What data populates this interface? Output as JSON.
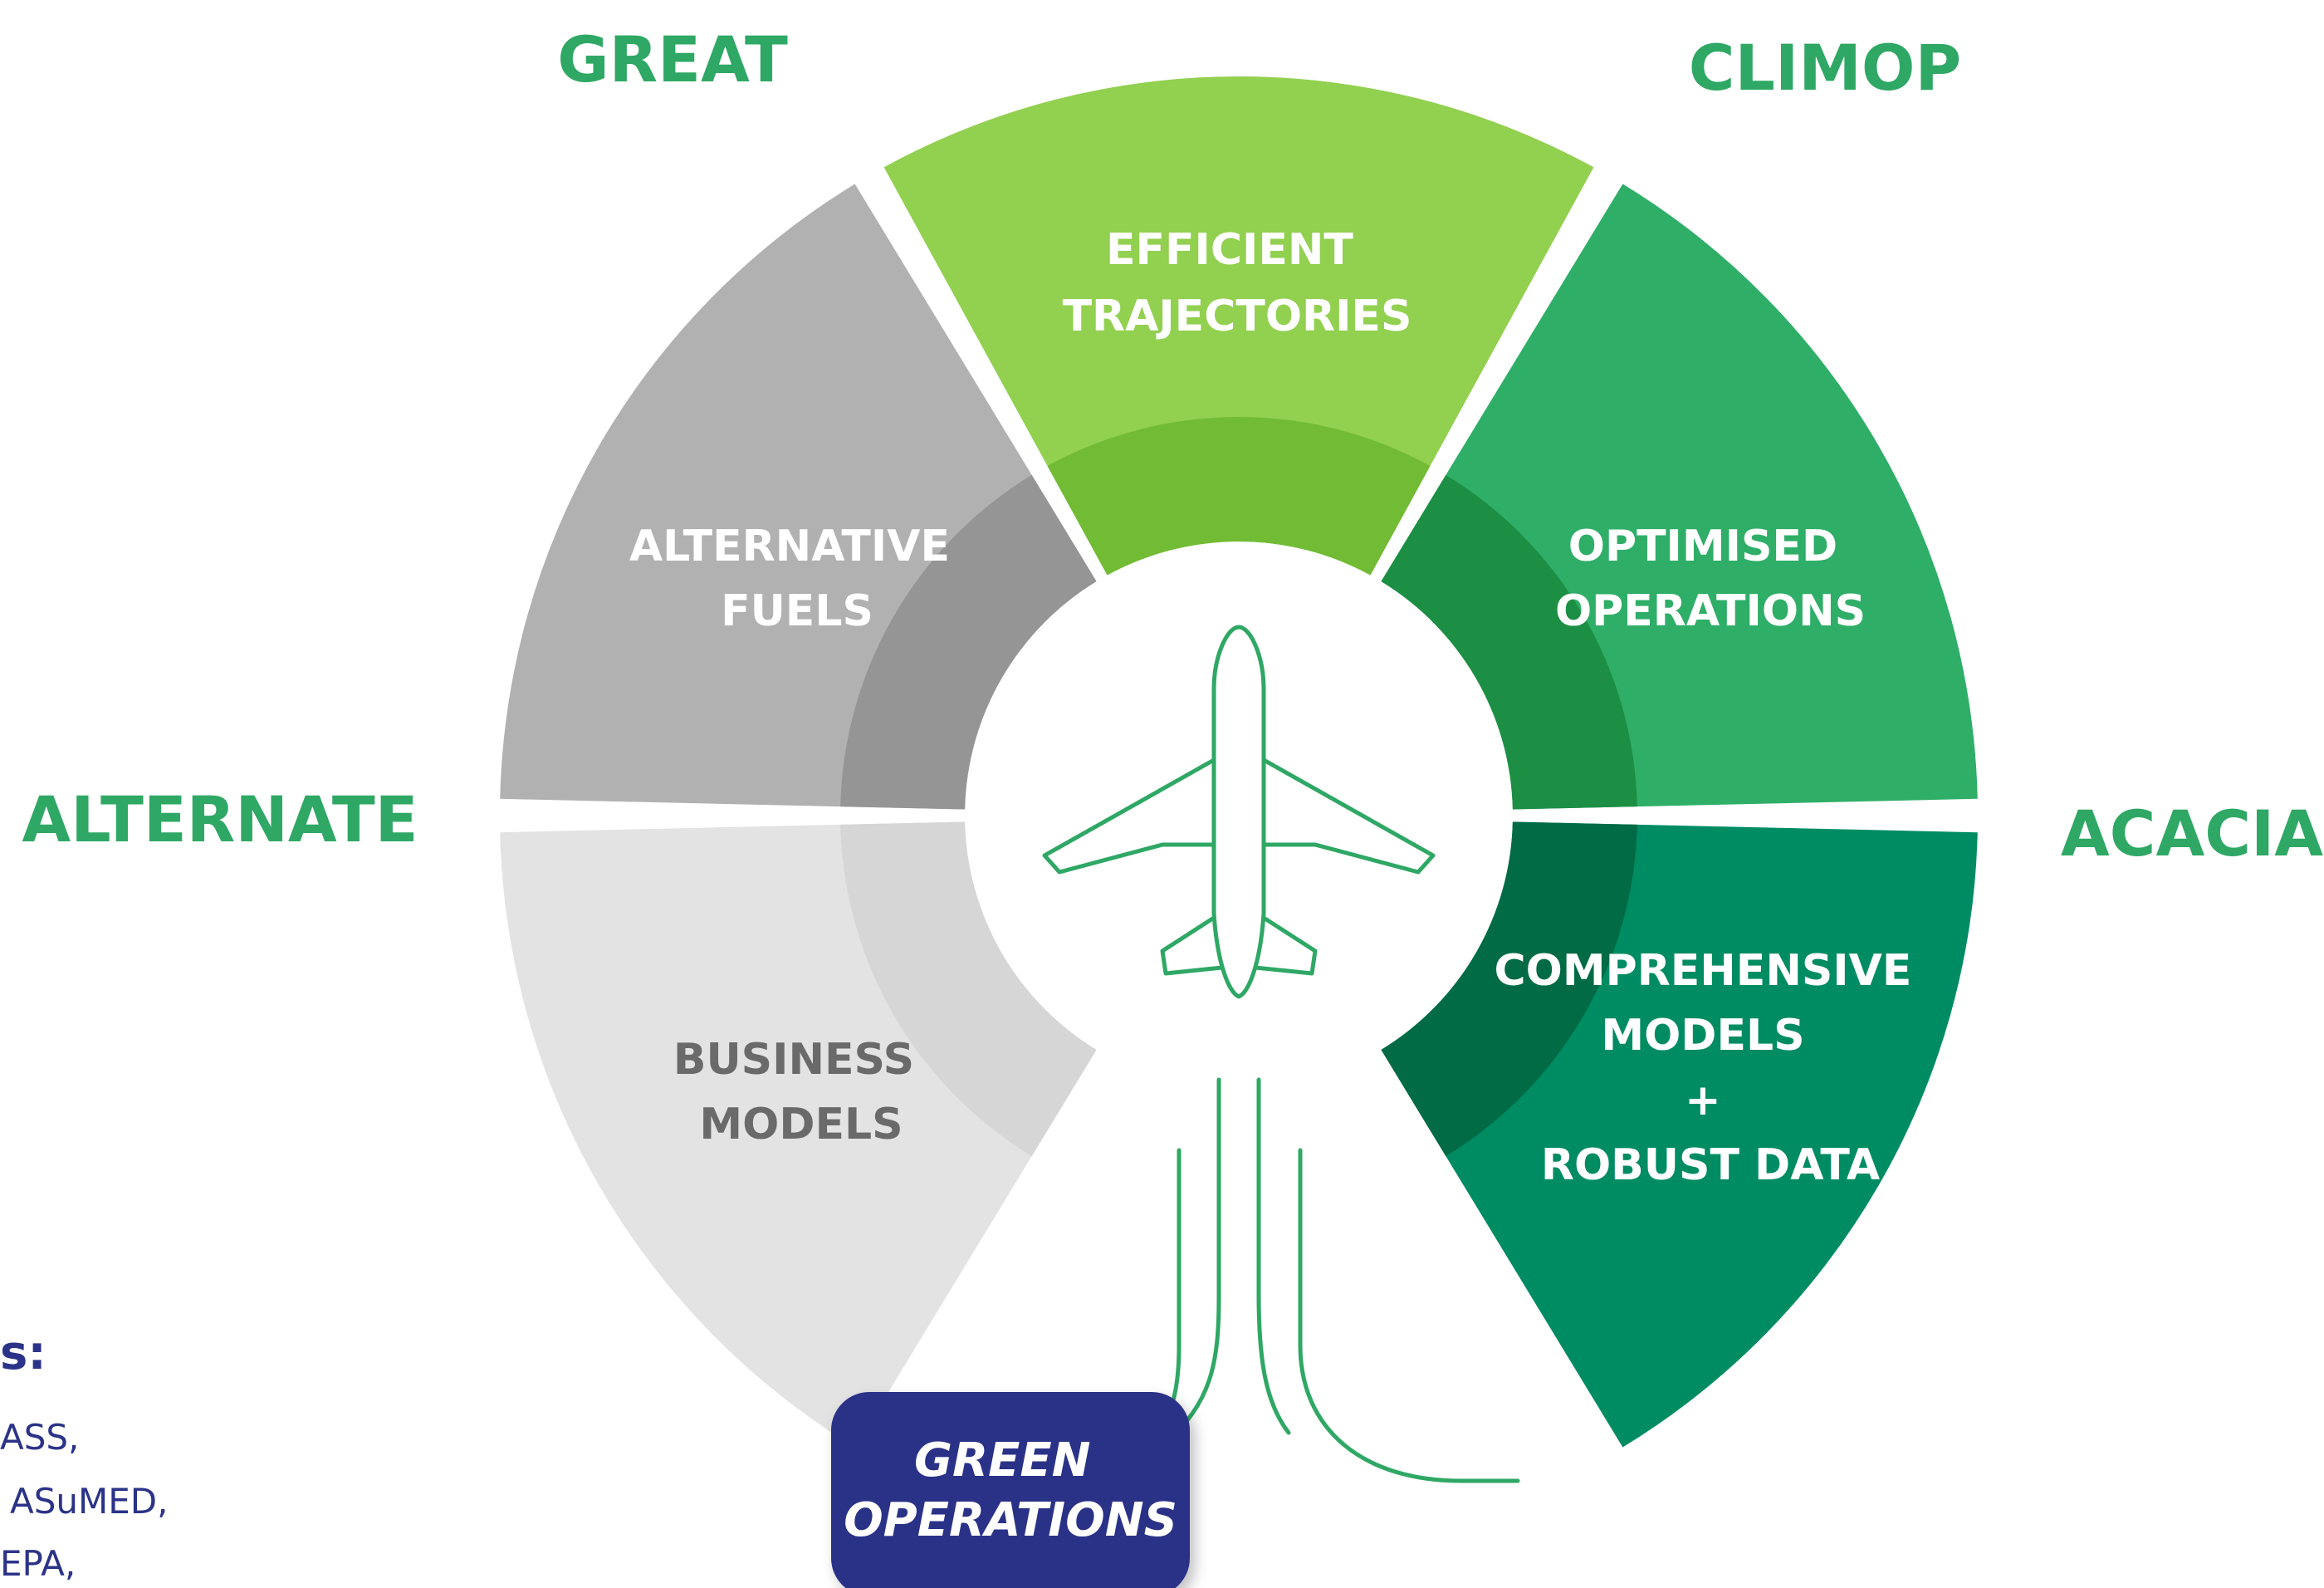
{
  "colors": {
    "accent_green": "#2ea864",
    "navy": "#2b3388",
    "segment_efficient": "#92d050",
    "segment_optimised": "#2fae68",
    "segment_comprehensive": "#008c63",
    "segment_alternative": "#b1b1b1",
    "segment_business": "#e3e3e3"
  },
  "projects": {
    "great": "GREAT",
    "climop": "CLIMOP",
    "alternate": "ALTERNATE",
    "acacia": "ACACIA"
  },
  "segments": {
    "efficient": [
      "EFFICIENT",
      "TRAJECTORIES"
    ],
    "optimised": [
      "OPTIMISED",
      "OPERATIONS"
    ],
    "comprehensive": [
      "COMPREHENSIVE",
      "MODELS",
      "+",
      "ROBUST DATA"
    ],
    "business": [
      "BUSINESS",
      "MODELS"
    ],
    "alternative": [
      "ALTERNATIVE",
      "FUELS"
    ]
  },
  "center_icon": "airplane-icon",
  "partners_fragment": {
    "heading": "s:",
    "lines": [
      "ASS,",
      "ASuMED,",
      "EPA,"
    ]
  },
  "green_operations": [
    "GREEN",
    "OPERATIONS"
  ]
}
